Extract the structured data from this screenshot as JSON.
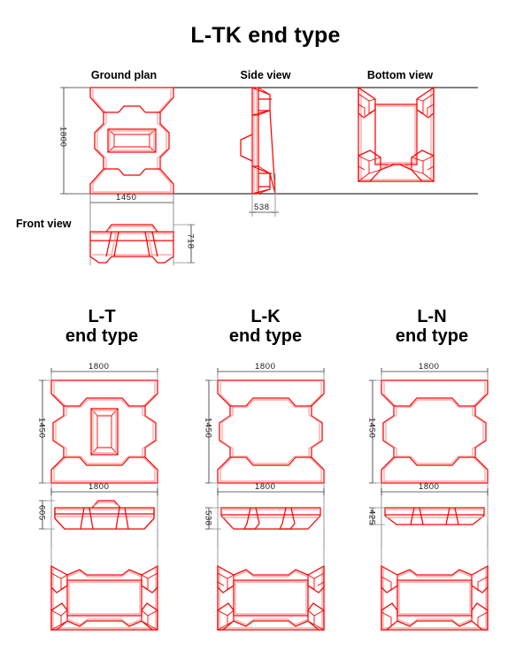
{
  "sheet": {
    "title": "L-TK end type",
    "background_color": "#ffffff",
    "line_color": "#ff0000",
    "dimension_color": "#3a3a3a"
  },
  "ltk": {
    "views": [
      {
        "name": "ground-plan",
        "label": "Ground plan"
      },
      {
        "name": "side-view",
        "label": "Side view"
      },
      {
        "name": "bottom-view",
        "label": "Bottom view"
      },
      {
        "name": "front-view",
        "label": "Front view"
      }
    ],
    "dimensions": {
      "ground_plan_height": "1800",
      "ground_plan_width": "1450",
      "side_view_width": "538",
      "front_view_height": "718"
    }
  },
  "variants": [
    {
      "name": "l-t",
      "code": "L-T",
      "subtitle": "end type",
      "top_width": "1800",
      "top_height": "1450",
      "side_width": "1800",
      "side_height": "605",
      "has_center_slot": true
    },
    {
      "name": "l-k",
      "code": "L-K",
      "subtitle": "end type",
      "top_width": "1800",
      "top_height": "1450",
      "side_width": "1800",
      "side_height": "538",
      "has_center_slot": false
    },
    {
      "name": "l-n",
      "code": "L-N",
      "subtitle": "end type",
      "top_width": "1800",
      "top_height": "1450",
      "side_width": "1800",
      "side_height": "425",
      "has_center_slot": false
    }
  ]
}
